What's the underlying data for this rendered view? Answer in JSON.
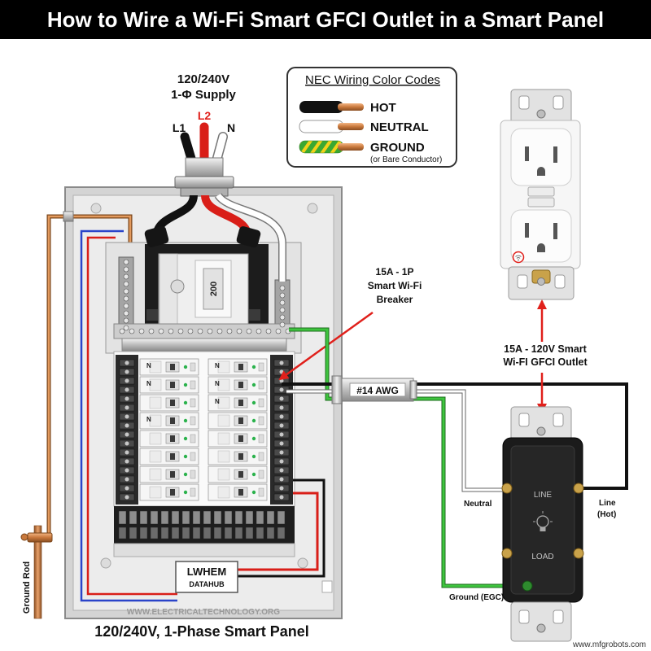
{
  "title": "How to Wire a Wi-Fi Smart GFCI Outlet in a Smart Panel",
  "supply": {
    "voltage": "120/240V",
    "phase": "1-Φ Supply",
    "l1": "L1",
    "l2": "L2",
    "n": "N"
  },
  "legend": {
    "title": "NEC Wiring Color Codes",
    "items": [
      {
        "label": "HOT",
        "color": "#111111"
      },
      {
        "label": "NEUTRAL",
        "color": "#ffffff"
      },
      {
        "label": "GROUND",
        "color": "#3aa832"
      }
    ],
    "ground_note": "(or Bare Conductor)"
  },
  "panel": {
    "main_breaker_rating": "200",
    "neutral_mark": "N",
    "datahub": {
      "name": "LWHEM",
      "label": "DATAHUB"
    },
    "watermark": "WWW.ELECTRICALTECHNOLOGY.ORG",
    "caption": "120/240V, 1-Phase Smart Panel"
  },
  "breaker_callout": {
    "line1": "15A - 1P",
    "line2": "Smart Wi-Fi",
    "line3": "Breaker"
  },
  "outlet_callout": {
    "line1": "15A - 120V Smart",
    "line2": "Wi-FI GFCI Outlet"
  },
  "cable": {
    "gauge": "#14 AWG"
  },
  "outlet_back": {
    "line_label": "LINE",
    "load_label": "LOAD"
  },
  "wire_labels": {
    "neutral": "Neutral",
    "line": "Line",
    "hot": "(Hot)",
    "ground": "Ground (EGC)"
  },
  "ground_rod": "Ground Rod",
  "source": "www.mfgrobots.com",
  "colors": {
    "hot": "#111111",
    "neutral": "#ffffff",
    "ground": "#3aa832",
    "l2": "#e0201b",
    "arrow": "#e0201b",
    "copper": "#c8783c"
  },
  "icons": {
    "outlet_status": "wifi-icon",
    "outlet_back": "lightbulb-icon"
  }
}
